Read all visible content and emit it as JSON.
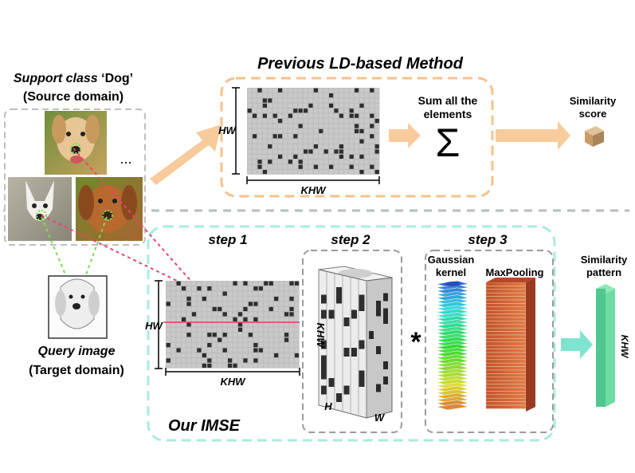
{
  "title_prev": "Previous LD-based Method",
  "support": {
    "line1_italic": "Support class ",
    "line1_quote": "‘Dog’",
    "line2": "(Source domain)",
    "ellipsis": "..."
  },
  "query": {
    "line1": "Query image",
    "line2": "(Target domain)"
  },
  "prev_matrix": {
    "row_label": "HW",
    "col_label": "KHW"
  },
  "sum": {
    "line1": "Sum all the",
    "line2": "elements",
    "symbol": "Σ"
  },
  "similarity_score": {
    "line1": "Similarity",
    "line2": "score"
  },
  "steps": {
    "step1": "step 1",
    "step2": "step 2",
    "step3": "step 3"
  },
  "imse_matrix": {
    "row_label": "HW",
    "col_label": "KHW"
  },
  "cube": {
    "side_label": "KHW",
    "h_label": "H",
    "w_label": "W"
  },
  "operator": "*",
  "gaussian": {
    "line1": "Gaussian",
    "line2": "kernel"
  },
  "maxpool": "MaxPooling",
  "similarity_pattern": {
    "line1": "Similarity",
    "line2": "pattern",
    "bar_label": "KHW"
  },
  "our_imse": "Our IMSE",
  "colors": {
    "orange_dash": "#f5c28b",
    "orange_arrow": "#f7cb9b",
    "teal_dash": "#a8ebdf",
    "teal_arrow": "#7fe3cf",
    "green_bar": "#4fc78e",
    "grid_light": "#bdbdbd",
    "grid_dark": "#2e2e2e",
    "pink_line": "#e8466a",
    "green_dot": "#7ed957"
  }
}
